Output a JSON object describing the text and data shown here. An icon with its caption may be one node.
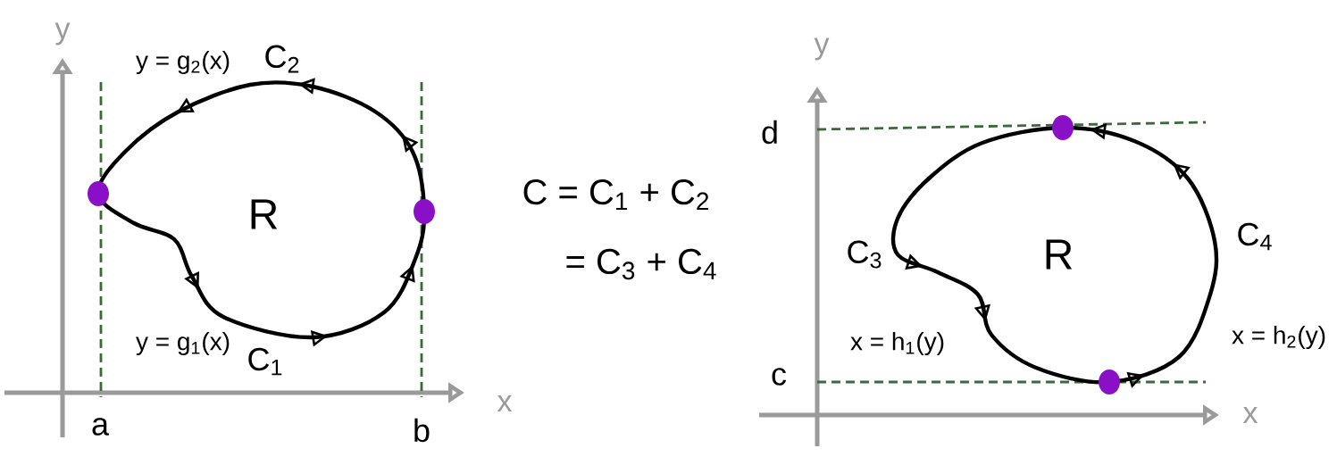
{
  "diagram": {
    "labels": [
      "y",
      "y = g$_{2}$(x)",
      "C$_{2}$",
      "y",
      "d",
      "R",
      "C = C$_{1}$ + C$_{2}$",
      "C$_{3}$",
      "R",
      "C$_{4}$",
      "= C$_{3}$ + C$_{4}$",
      "y = g$_{1}$(x)",
      "C$_{1}$",
      "x = h$_{1}$(y)",
      "x = h$_{2}$(y)",
      "c",
      "x",
      "x",
      "a",
      "b"
    ]
  }
}
